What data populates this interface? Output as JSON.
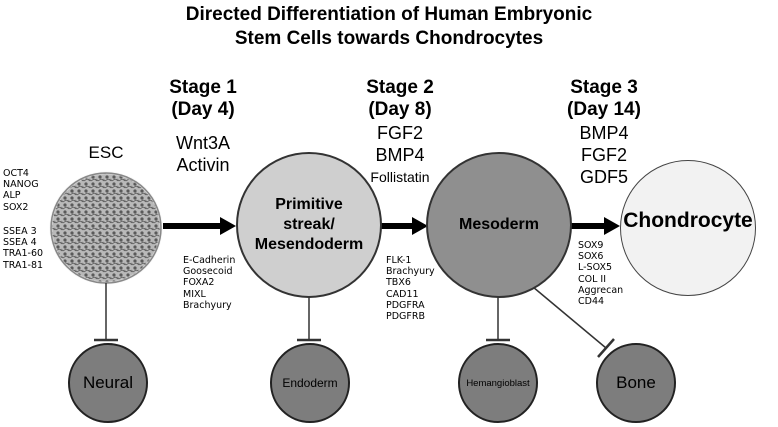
{
  "title": {
    "line1": "Directed Differentiation of Human Embryonic",
    "line2": "Stem Cells towards Chondrocytes"
  },
  "stages": [
    {
      "name": "Stage 1",
      "day": "(Day 4)",
      "factors": [
        "Wnt3A",
        "Activin"
      ],
      "small_factor": ""
    },
    {
      "name": "Stage 2",
      "day": "(Day 8)",
      "factors": [
        "FGF2",
        "BMP4"
      ],
      "small_factor": "Follistatin"
    },
    {
      "name": "Stage 3",
      "day": "(Day 14)",
      "factors": [
        "BMP4",
        "FGF2",
        "GDF5"
      ],
      "small_factor": ""
    }
  ],
  "nodes": {
    "esc": "ESC",
    "primitive_streak": [
      "Primitive",
      "streak/",
      "Mesendoderm"
    ],
    "mesoderm": "Mesoderm",
    "chondrocyte": "Chondrocyte"
  },
  "markers": {
    "esc_a": [
      "OCT4",
      "NANOG",
      "ALP",
      "SOX2"
    ],
    "esc_b": [
      "SSEA 3",
      "SSEA 4",
      "TRA1-60",
      "TRA1-81"
    ],
    "mesendoderm": [
      "E-Cadherin",
      "Goosecoid",
      "FOXA2",
      "MIXL",
      "Brachyury"
    ],
    "mesoderm": [
      "FLK-1",
      "Brachyury",
      "TBX6",
      "CAD11",
      "PDGFRA",
      "PDGFRB"
    ],
    "chondrocyte": [
      "SOX9",
      "SOX6",
      "L-SOX5",
      "COL II",
      "Aggrecan",
      "CD44"
    ]
  },
  "inhibited": {
    "neural": "Neural",
    "endoderm": "Endoderm",
    "hemangioblast": "Hemangioblast",
    "bone": "Bone"
  },
  "colors": {
    "primitive_fill": "#cfcfcf",
    "mesoderm_fill": "#8f8f8f",
    "inhibited_fill": "#7d7d7d",
    "chondro_fill": "#f2f2f2"
  }
}
